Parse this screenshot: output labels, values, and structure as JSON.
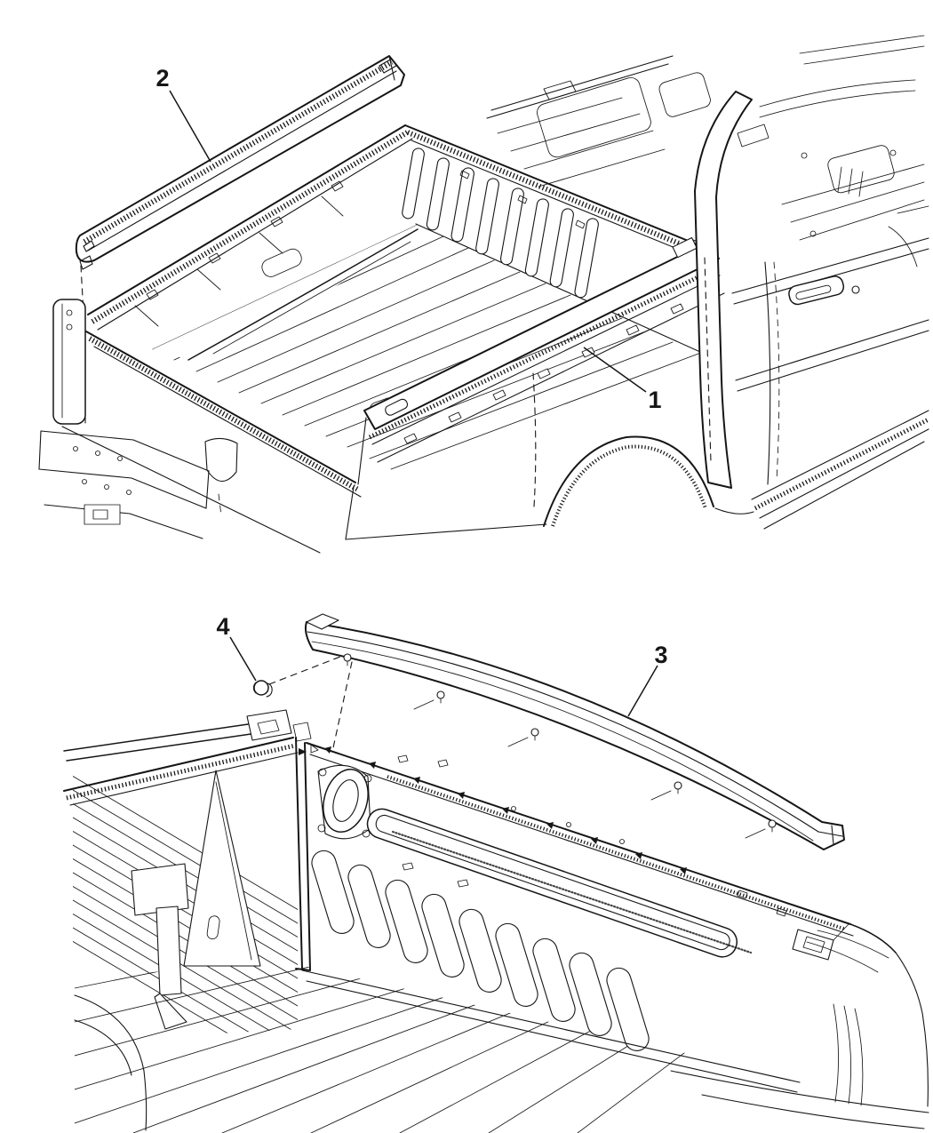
{
  "page": {
    "background": "#ffffff",
    "ink": "#161616"
  },
  "figures": [
    {
      "id": "top-figure",
      "description": "Pickup truck rear three-quarter line drawing, bed with rail caps",
      "callouts": [
        {
          "label": "2"
        },
        {
          "label": "1"
        }
      ]
    },
    {
      "id": "bottom-figure",
      "description": "Bed front corner close-up, rail cap removed with push-pin fastener",
      "callouts": [
        {
          "label": "4"
        },
        {
          "label": "3"
        }
      ]
    }
  ]
}
